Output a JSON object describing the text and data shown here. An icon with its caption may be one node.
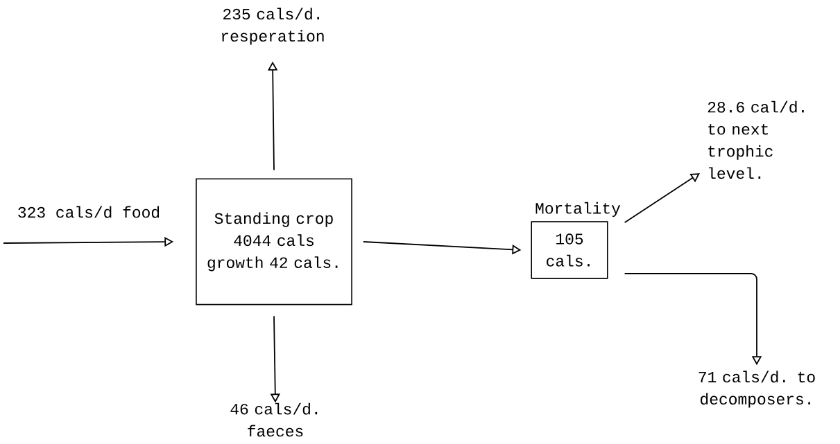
{
  "diagram": {
    "nodes": [
      {
        "text": [
          "Standing crop 4044 cals growth 42 cals."
        ]
      },
      {
        "text": [
          "Mortality",
          "105 cals."
        ]
      },
      {
        "text": [
          "235 cals/d. resperation"
        ]
      },
      {
        "text": [
          "46 cals/d. faeces"
        ]
      },
      {
        "text": [
          "28.6 cal/d. to next trophic level."
        ]
      },
      {
        "text": [
          "71 cals/d. to decomposers."
        ]
      }
    ],
    "edges": [
      {
        "from": null,
        "to": 0,
        "arrow": "to",
        "label": "323 cals/d food"
      },
      {
        "from": 0,
        "to": 2,
        "arrow": "to"
      },
      {
        "from": 0,
        "to": 3,
        "arrow": "to"
      },
      {
        "from": 0,
        "to": 1,
        "arrow": "to"
      },
      {
        "from": 1,
        "to": 4,
        "arrow": "to"
      },
      {
        "from": 1,
        "to": 5,
        "arrow": "to"
      }
    ]
  }
}
